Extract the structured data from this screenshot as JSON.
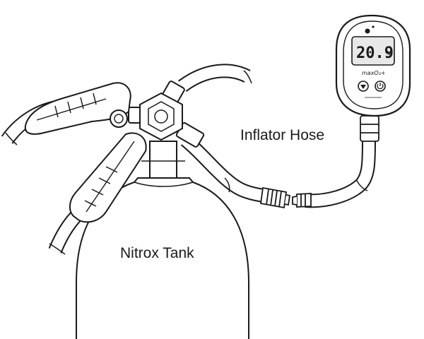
{
  "labels": {
    "hose": "Inflator Hose",
    "tank": "Nitrox Tank"
  },
  "analyzer": {
    "reading": "20.9",
    "unit": "%",
    "brand": "maxO₂+"
  },
  "colors": {
    "line": "#1a1a1a",
    "fill": "#ffffff",
    "lcd": "#e8e8e8"
  }
}
